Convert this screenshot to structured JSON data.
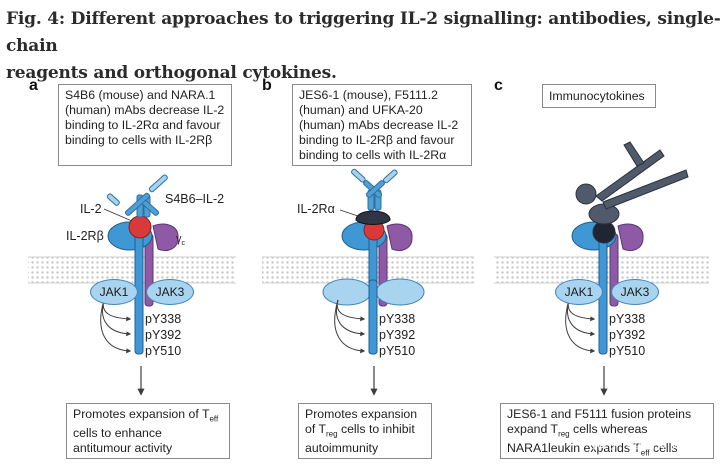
{
  "figure": {
    "title_line1": "Fig. 4: Different approaches to triggering IL-2 signalling: antibodies, single-chain",
    "title_line2": "reagents and orthogonal cytokines."
  },
  "panels": [
    {
      "letter": "a",
      "top_text": "S4B6 (mouse) and NARA.1 (human) mAbs decrease IL-2 binding to IL-2Rα and favour binding to cells with IL-2Rβ",
      "labels": {
        "antibody": "S4B6–IL-2",
        "ligand": "IL-2",
        "receptor_beta": "IL-2Rβ",
        "gamma": "γ"
      },
      "jak_left": "JAK1",
      "jak_right": "JAK3",
      "phospho": [
        "pY338",
        "pY392",
        "pY510"
      ],
      "bottom_pre": "Promotes expansion of T",
      "bottom_sub": "eff",
      "bottom_post": " cells to enhance antitumour activity"
    },
    {
      "letter": "b",
      "top_text": "JES6-1 (mouse), F5111.2 (human) and UFKA-20 (human) mAbs decrease IL-2 binding to IL-2Rβ and favour binding to cells with IL-2Rα",
      "labels": {
        "receptor_alpha": "IL-2Rα"
      },
      "phospho": [
        "pY338",
        "pY392",
        "pY510"
      ],
      "bottom_pre": "Promotes expansion of T",
      "bottom_sub": "reg",
      "bottom_post": " cells to inhibit autoimmunity"
    },
    {
      "letter": "c",
      "top_text": "Immunocytokines",
      "jak_left": "JAK1",
      "jak_right": "JAK3",
      "phospho": [
        "pY338",
        "pY392",
        "pY510"
      ],
      "bottom_line1": "JES6-1 and F5111 fusion proteins",
      "bottom_line2": "expand T",
      "bottom_line2_sub": "reg",
      "bottom_line2_rest": " cells whereas",
      "bottom_line3": "NARA1leukin expands T",
      "bottom_line3_sub": "eff",
      "bottom_line3_rest": " cells"
    }
  ],
  "watermark": "知乎 @科研网",
  "colors": {
    "receptor_blue": "#3f98d3",
    "gamma_purple": "#8e5aa6",
    "il2_red": "#d83a3a",
    "antibody_blue": "#4e9fd4",
    "immunocytokine_grey": "#515a6b",
    "membrane": "#d2d2d2"
  }
}
